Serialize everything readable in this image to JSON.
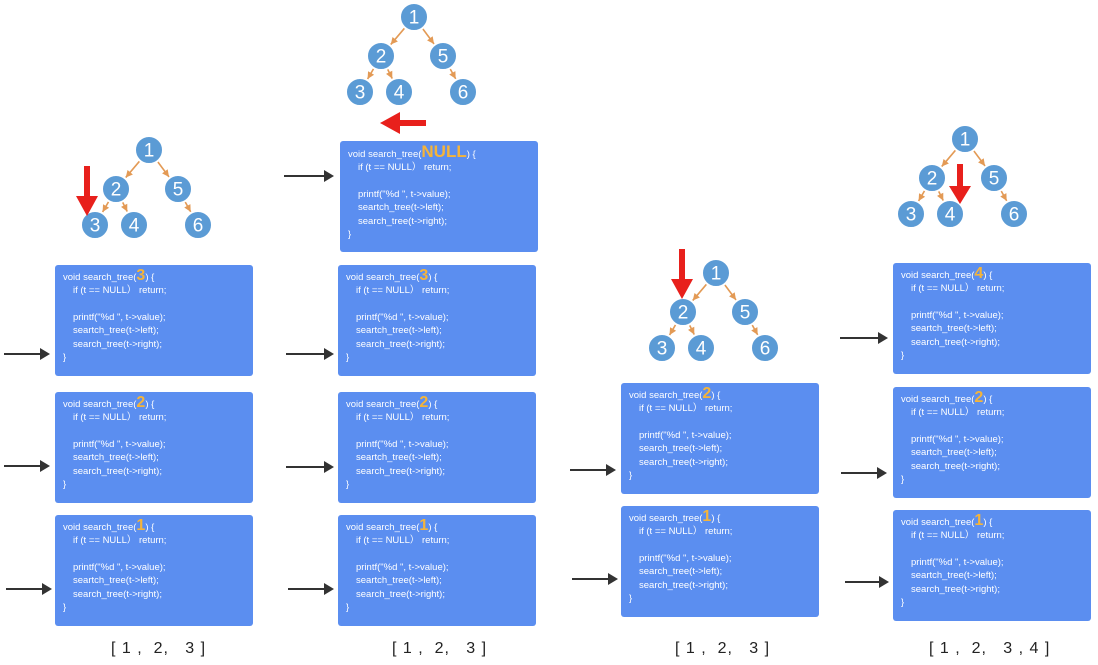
{
  "tree": {
    "nodes": [
      "1",
      "2",
      "5",
      "3",
      "4",
      "6"
    ],
    "edges": [
      [
        "1",
        "2"
      ],
      [
        "1",
        "5"
      ],
      [
        "2",
        "3"
      ],
      [
        "2",
        "4"
      ],
      [
        "5",
        "6"
      ]
    ],
    "node_color": "#5b9bd5",
    "edge_color": "#e39a55"
  },
  "code": {
    "if_line": "if (t == NULL） return;",
    "printf_line": "printf(\"%d \", t->value);",
    "left_line": "seartch_tree(t->left);",
    "left_line_plain": "search_tree(t->left);",
    "right_line": "search_tree(t->right);",
    "frame_color": "#5b8ef0",
    "arg_color": "#f5b43a"
  },
  "columns": [
    {
      "frames": [
        {
          "prefix": "void search_tree(",
          "arg": "3",
          "suffix": ") {"
        },
        {
          "prefix": "void search_tree(",
          "arg": "2",
          "suffix": ") {"
        },
        {
          "prefix": "void search_tree(",
          "arg": "1",
          "suffix": ") {"
        }
      ],
      "result": "[ 1 ,  2,   3 ]"
    },
    {
      "frames": [
        {
          "prefix": "void search_tree(",
          "arg": "NULL",
          "suffix": ") {"
        },
        {
          "prefix": "void search_tree(",
          "arg": "3",
          "suffix": ") {"
        },
        {
          "prefix": "void search_tree(",
          "arg": "2",
          "suffix": ") {"
        },
        {
          "prefix": "void search_tree(",
          "arg": "1",
          "suffix": ") {"
        }
      ],
      "result": "[ 1 ,  2,   3 ]"
    },
    {
      "frames": [
        {
          "prefix": "void search_tree(",
          "arg": "2",
          "suffix": ") {"
        },
        {
          "prefix": "void search_tree(",
          "arg": "1",
          "suffix": ") {"
        }
      ],
      "result": "[ 1 ,  2,   3 ]"
    },
    {
      "frames": [
        {
          "prefix": "void search_tree(",
          "arg": "4",
          "suffix": ") {"
        },
        {
          "prefix": "void search_tree(",
          "arg": "2",
          "suffix": ") {"
        },
        {
          "prefix": "void search_tree(",
          "arg": "1",
          "suffix": ") {"
        }
      ],
      "result": "[ 1 ,  2,   3 , 4 ]"
    }
  ],
  "pointer_color": "#333333",
  "marker_color": "#e8201c"
}
